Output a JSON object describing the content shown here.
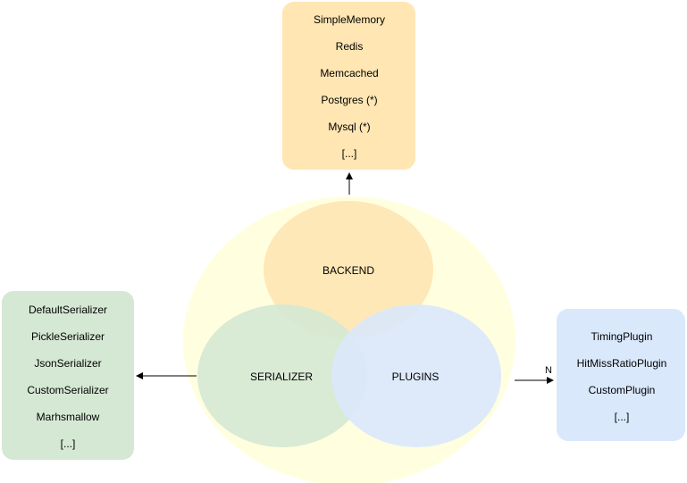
{
  "diagram": {
    "center": {
      "backend_label": "BACKEND",
      "serializer_label": "SERIALIZER",
      "plugins_label": "PLUGINS"
    },
    "backends": {
      "items": [
        "SimpleMemory",
        "Redis",
        "Memcached",
        "Postgres (*)",
        "Mysql (*)",
        "[...]"
      ]
    },
    "serializers": {
      "items": [
        "DefaultSerializer",
        "PickleSerializer",
        "JsonSerializer",
        "CustomSerializer",
        "Marhsmallow",
        "[...]"
      ]
    },
    "plugins": {
      "items": [
        "TimingPlugin",
        "HitMissRatioPlugin",
        "CustomPlugin",
        "[...]"
      ],
      "edge_label": "N"
    },
    "colors": {
      "outer_circle": "#FFFFE0",
      "backend_fill": "#FFE6B3",
      "serializer_fill": "#D5E8D4",
      "plugins_fill": "#DAE8FC",
      "backends_box": "#FFE6B3",
      "serializers_box": "#D5E8D4",
      "plugins_box": "#DAE8FC",
      "arrow": "#000000"
    }
  }
}
